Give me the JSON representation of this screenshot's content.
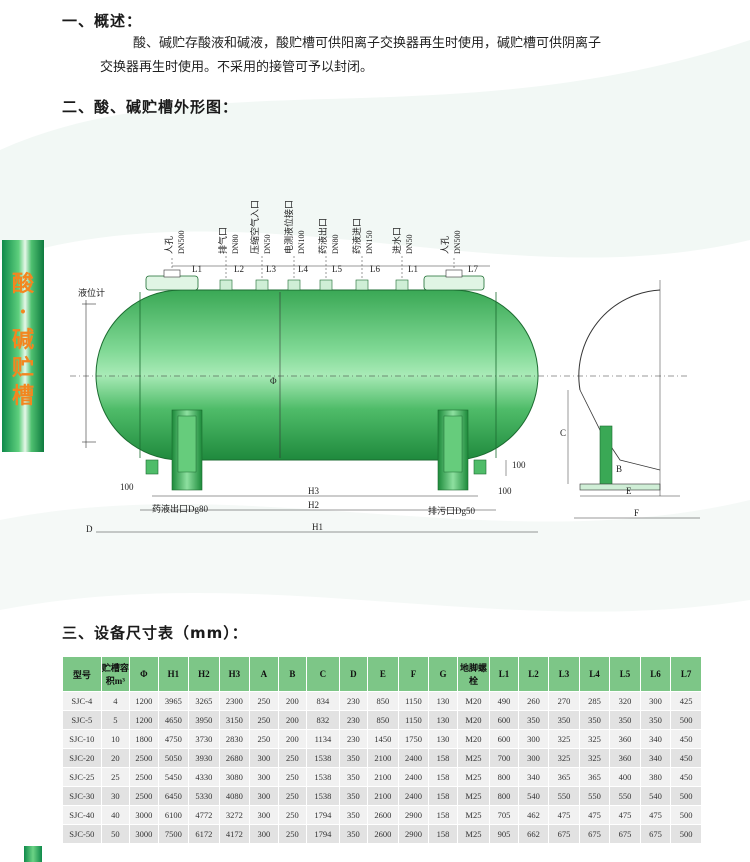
{
  "section1": {
    "heading": "一、概述：",
    "paragraph_line1": "酸、碱贮存酸液和碱液，酸贮槽可供阳离子交换器再生时使用，碱贮槽可供阴离子",
    "paragraph_line2": "交换器再生时使用。不采用的接管可予以封闭。"
  },
  "section2": {
    "heading": "二、酸、碱贮槽外形图："
  },
  "section3": {
    "heading": "三、设备尺寸表（mm）："
  },
  "sidebar": {
    "line1": "酸",
    "line2": "·",
    "line3": "碱",
    "line4": "贮",
    "line5": "槽"
  },
  "diagram": {
    "nozzles": [
      {
        "name": "人孔",
        "spec": "DN500"
      },
      {
        "name": "排气口",
        "spec": "DN80"
      },
      {
        "name": "压缩空气入口",
        "spec": "DN50"
      },
      {
        "name": "电测液位接口",
        "spec": "DN100"
      },
      {
        "name": "药液出口",
        "spec": "DN80"
      },
      {
        "name": "药液进口",
        "spec": "DN150"
      },
      {
        "name": "进水口",
        "spec": "DN50"
      },
      {
        "name": "人孔",
        "spec": "DN500"
      }
    ],
    "spacings": [
      "L1",
      "L2",
      "L3",
      "L4",
      "L5",
      "L6",
      "L1",
      "L7"
    ],
    "level_gauge": "液位计",
    "phi": "Φ",
    "dim_100_left": "100",
    "dim_100_right": "100",
    "dim_100_height": "100",
    "H3": "H3",
    "H2": "H2",
    "H1": "H1",
    "D": "D",
    "outlet_left": "药液出口Dg80",
    "outlet_right": "排污口Dg50",
    "C": "C",
    "B": "B",
    "E": "E",
    "F": "F"
  },
  "table": {
    "headers": [
      "型号",
      "贮槽容积m³",
      "Φ",
      "H1",
      "H2",
      "H3",
      "A",
      "B",
      "C",
      "D",
      "E",
      "F",
      "G",
      "地脚螺栓",
      "L1",
      "L2",
      "L3",
      "L4",
      "L5",
      "L6",
      "L7"
    ],
    "rows": [
      [
        "SJC-4",
        "4",
        "1200",
        "3965",
        "3265",
        "2300",
        "250",
        "200",
        "834",
        "230",
        "850",
        "1150",
        "130",
        "M20",
        "490",
        "260",
        "270",
        "285",
        "320",
        "300",
        "425"
      ],
      [
        "SJC-5",
        "5",
        "1200",
        "4650",
        "3950",
        "3150",
        "250",
        "200",
        "832",
        "230",
        "850",
        "1150",
        "130",
        "M20",
        "600",
        "350",
        "350",
        "350",
        "350",
        "350",
        "500"
      ],
      [
        "SJC-10",
        "10",
        "1800",
        "4750",
        "3730",
        "2830",
        "250",
        "200",
        "1134",
        "230",
        "1450",
        "1750",
        "130",
        "M20",
        "600",
        "300",
        "325",
        "325",
        "360",
        "340",
        "450"
      ],
      [
        "SJC-20",
        "20",
        "2500",
        "5050",
        "3930",
        "2680",
        "300",
        "250",
        "1538",
        "350",
        "2100",
        "2400",
        "158",
        "M25",
        "700",
        "300",
        "325",
        "325",
        "360",
        "340",
        "450"
      ],
      [
        "SJC-25",
        "25",
        "2500",
        "5450",
        "4330",
        "3080",
        "300",
        "250",
        "1538",
        "350",
        "2100",
        "2400",
        "158",
        "M25",
        "800",
        "340",
        "365",
        "365",
        "400",
        "380",
        "450"
      ],
      [
        "SJC-30",
        "30",
        "2500",
        "6450",
        "5330",
        "4080",
        "300",
        "250",
        "1538",
        "350",
        "2100",
        "2400",
        "158",
        "M25",
        "800",
        "540",
        "550",
        "550",
        "550",
        "540",
        "500"
      ],
      [
        "SJC-40",
        "40",
        "3000",
        "6100",
        "4772",
        "3272",
        "300",
        "250",
        "1794",
        "350",
        "2600",
        "2900",
        "158",
        "M25",
        "705",
        "462",
        "475",
        "475",
        "475",
        "475",
        "500"
      ],
      [
        "SJC-50",
        "50",
        "3000",
        "7500",
        "6172",
        "4172",
        "300",
        "250",
        "1794",
        "350",
        "2600",
        "2900",
        "158",
        "M25",
        "905",
        "662",
        "675",
        "675",
        "675",
        "675",
        "500"
      ]
    ]
  }
}
